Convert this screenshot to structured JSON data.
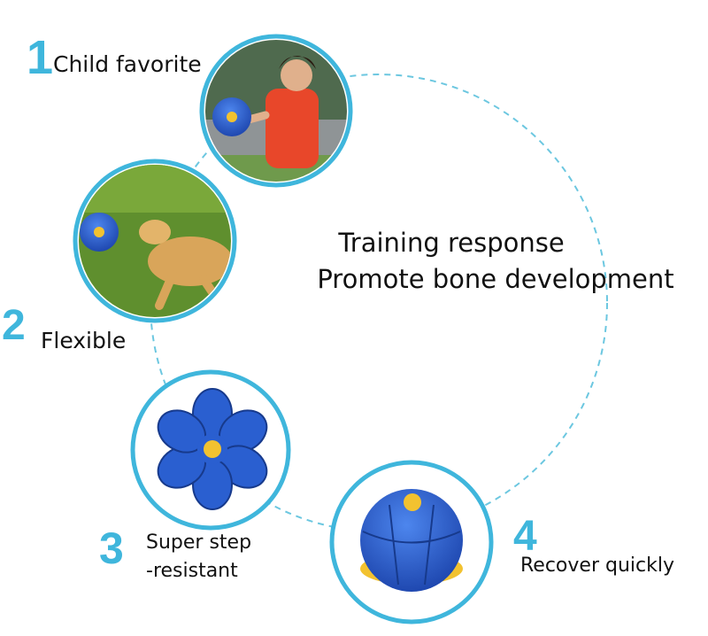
{
  "features": [
    {
      "number": "1",
      "label": "Child favorite"
    },
    {
      "number": "2",
      "label": "Flexible"
    },
    {
      "number": "3",
      "label_line1": "Super step",
      "label_line2": "-resistant"
    },
    {
      "number": "4",
      "label": "Recover quickly"
    }
  ],
  "center_text": {
    "line1": "Training response",
    "line2": "Promote bone development"
  },
  "colors": {
    "accent": "#3fb6dc",
    "ball_blue": "#2a5fd0",
    "ball_yellow": "#f2c230"
  }
}
